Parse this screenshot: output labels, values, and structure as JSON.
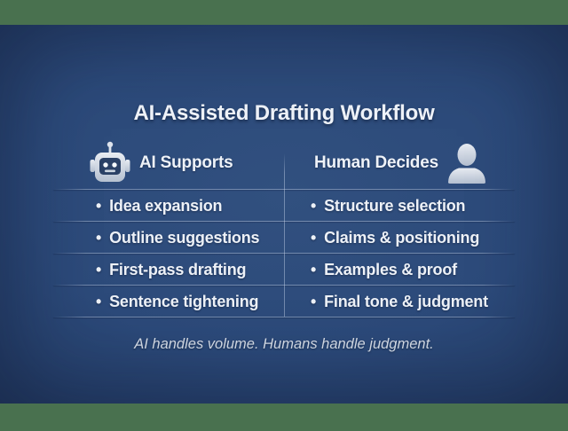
{
  "slide": {
    "title": "AI-Assisted Drafting Workflow",
    "columns": [
      {
        "header": "AI Supports",
        "icon": "robot-icon",
        "items": [
          "Idea expansion",
          "Outline suggestions",
          "First-pass drafting",
          "Sentence tightening"
        ]
      },
      {
        "header": "Human Decides",
        "icon": "person-icon",
        "items": [
          "Structure selection",
          "Claims & positioning",
          "Examples & proof",
          "Final tone & judgment"
        ]
      }
    ],
    "footer": "AI handles volume. Humans handle judgment.",
    "colors": {
      "band_green": "#49714f",
      "background_blue": "#2d4b7d",
      "background_blue_edge": "#233a61",
      "text_white": "#eff3f9",
      "divider_line": "#c6d2ea",
      "icon_silver": "#d9dfe8",
      "robot_face_navy": "#2b4166"
    }
  }
}
